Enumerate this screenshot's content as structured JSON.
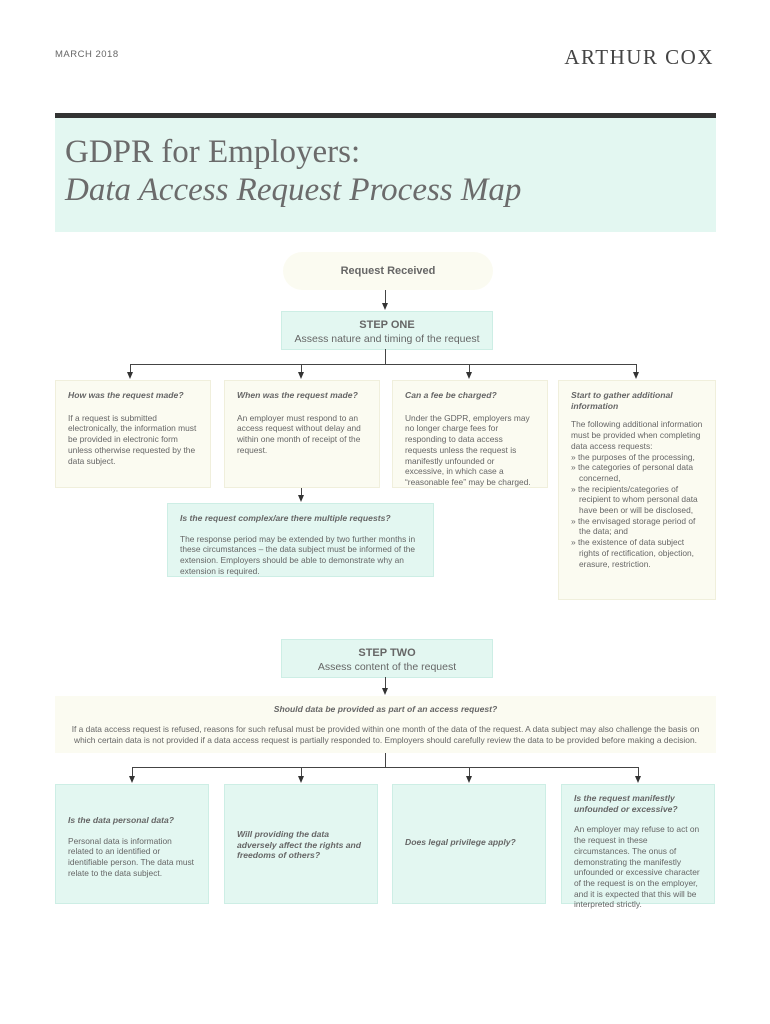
{
  "header": {
    "date": "MARCH 2018",
    "logo": "ARTHUR COX",
    "title_line1": "GDPR for Employers:",
    "title_line2": "Data Access Request Process Map"
  },
  "start": {
    "label": "Request Received"
  },
  "step_one": {
    "heading": "STEP ONE",
    "subtitle": "Assess nature and timing of the request"
  },
  "step_one_boxes": [
    {
      "question": "How was the request made?",
      "text": "If a request is submitted electronically, the information must be provided in electronic form unless otherwise requested by the data subject."
    },
    {
      "question": "When was the request made?",
      "text": "An employer must respond to an access request without delay and within one month of receipt of the request."
    },
    {
      "question": "Can a fee be charged?",
      "text": "Under the GDPR, employers may no longer charge fees for responding to data access requests unless the request is manifestly unfounded or excessive, in which case a “reasonable fee” may be charged."
    },
    {
      "question": "Start to gather additional information",
      "intro": "The following additional information must be provided when completing data access requests:",
      "items": [
        "» the purposes of the processing,",
        "» the categories of personal data concerned,",
        "» the recipients/categories of recipient to whom personal data have been or will be disclosed,",
        "» the envisaged storage period of the data; and",
        "» the existence of data subject rights of rectification, objection, erasure, restriction."
      ]
    }
  ],
  "complex_box": {
    "question": "Is the request complex/are there multiple requests?",
    "text": "The response period may be extended by two further months in these circumstances – the data subject must be informed of the extension. Employers should be able to demonstrate why an extension is required."
  },
  "step_two": {
    "heading": "STEP TWO",
    "subtitle": "Assess content of the request"
  },
  "provide_box": {
    "question": "Should data be provided as part of an access request?",
    "text": "If a data access request is refused, reasons for such refusal must be provided within one month of the data of the request. A data subject may also challenge the basis on which certain data is not provided if a data access request is partially responded to. Employers should carefully review the data to be provided before making a decision."
  },
  "step_two_boxes": [
    {
      "question": "Is the data personal data?",
      "text": "Personal data is information related to an identified or identifiable person. The data must relate to the data subject."
    },
    {
      "question": "Will providing the data adversely affect the rights and freedoms of others?",
      "text": ""
    },
    {
      "question": "Does legal privilege apply?",
      "text": ""
    },
    {
      "question": "Is the request manifestly unfounded or excessive?",
      "text": "An employer may refuse to act on the request in these circumstances. The onus of demonstrating the manifestly unfounded or excessive character of the request is on the employer, and it is expected that this will be interpreted strictly."
    }
  ]
}
